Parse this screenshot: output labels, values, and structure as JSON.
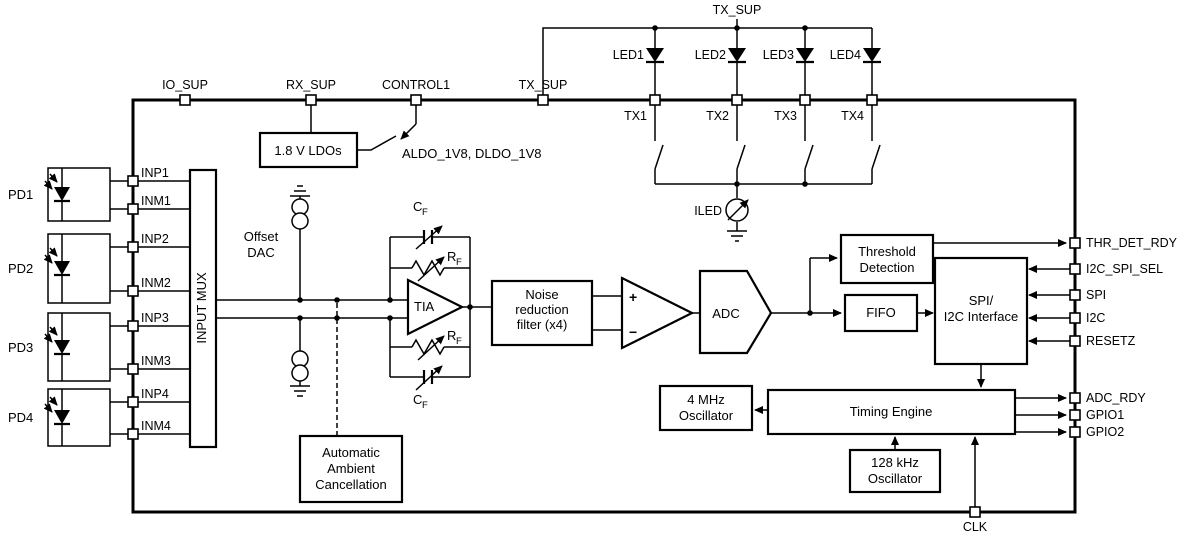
{
  "top_pins": {
    "io_sup": "IO_SUP",
    "rx_sup": "RX_SUP",
    "control1": "CONTROL1",
    "tx_sup": "TX_SUP"
  },
  "tx_rail": {
    "label": "TX_SUP"
  },
  "leds": [
    {
      "label": "LED1",
      "pin": "TX1"
    },
    {
      "label": "LED2",
      "pin": "TX2"
    },
    {
      "label": "LED3",
      "pin": "TX3"
    },
    {
      "label": "LED4",
      "pin": "TX4"
    }
  ],
  "iled": {
    "label": "ILED"
  },
  "photodiodes": [
    {
      "label": "PD1",
      "pin_p": "INP1",
      "pin_m": "INM1"
    },
    {
      "label": "PD2",
      "pin_p": "INP2",
      "pin_m": "INM2"
    },
    {
      "label": "PD3",
      "pin_p": "INP3",
      "pin_m": "INM3"
    },
    {
      "label": "PD4",
      "pin_p": "INP4",
      "pin_m": "INM4"
    }
  ],
  "blocks": {
    "input_mux": {
      "label": "INPUT MUX"
    },
    "ldo": {
      "label": "1.8 V LDOs",
      "outputs_label": "ALDO_1V8, DLDO_1V8"
    },
    "offset_dac": {
      "line1": "Offset",
      "line2": "DAC"
    },
    "tia": {
      "label": "TIA"
    },
    "cap_label": {
      "main": "C",
      "sub": "F"
    },
    "res_label": {
      "main": "R",
      "sub": "F"
    },
    "noise_filter": {
      "line1": "Noise",
      "line2": "reduction",
      "line3": "filter (x4)"
    },
    "amp": {
      "plus": "+",
      "minus": "−"
    },
    "adc": {
      "label": "ADC"
    },
    "threshold": {
      "line1": "Threshold",
      "line2": "Detection"
    },
    "fifo": {
      "label": "FIFO"
    },
    "spi": {
      "line1": "SPI/",
      "line2": "I2C Interface"
    },
    "timing": {
      "label": "Timing Engine"
    },
    "osc_4mhz": {
      "line1": "4 MHz",
      "line2": "Oscillator"
    },
    "osc_128khz": {
      "line1": "128 kHz",
      "line2": "Oscillator"
    },
    "aac": {
      "line1": "Automatic",
      "line2": "Ambient",
      "line3": "Cancellation"
    }
  },
  "right_pins": [
    {
      "label": "THR_DET_RDY"
    },
    {
      "label": "I2C_SPI_SEL"
    },
    {
      "label": "SPI"
    },
    {
      "label": "I2C"
    },
    {
      "label": "RESETZ"
    },
    {
      "label": "ADC_RDY"
    },
    {
      "label": "GPIO1"
    },
    {
      "label": "GPIO2"
    }
  ],
  "bottom_pin": {
    "label": "CLK"
  }
}
